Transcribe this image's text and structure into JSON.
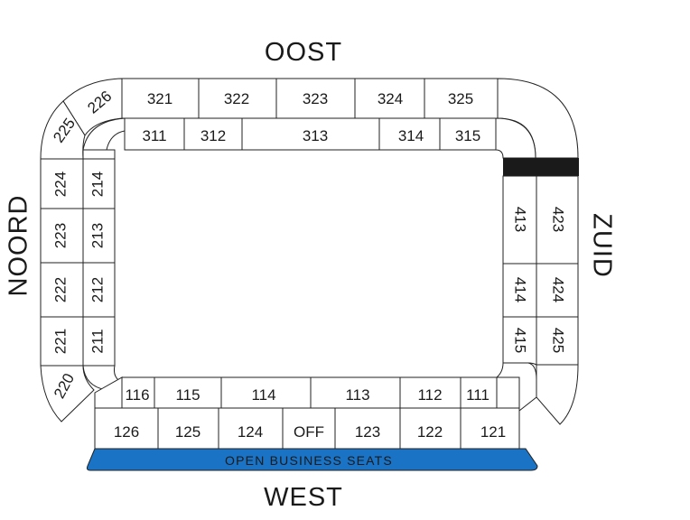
{
  "stands": {
    "oost": "OOST",
    "west": "WEST",
    "noord": "NOORD",
    "zuid": "ZUID"
  },
  "band": {
    "label": "OPEN BUSINESS SEATS",
    "color": "#1a73c4"
  },
  "blocked_color": "#1a1a1a",
  "sections": {
    "s321": "321",
    "s322": "322",
    "s323": "323",
    "s324": "324",
    "s325": "325",
    "s311": "311",
    "s312": "312",
    "s313": "313",
    "s314": "314",
    "s315": "315",
    "s226": "226",
    "s225": "225",
    "s224": "224",
    "s223": "223",
    "s222": "222",
    "s221": "221",
    "s220": "220",
    "s214": "214",
    "s213": "213",
    "s212": "212",
    "s211": "211",
    "s413": "413",
    "s414": "414",
    "s415": "415",
    "s423": "423",
    "s424": "424",
    "s425": "425",
    "s116": "116",
    "s115": "115",
    "s114": "114",
    "s113": "113",
    "s112": "112",
    "s111": "111",
    "s126": "126",
    "s125": "125",
    "s124": "124",
    "sOFF": "OFF",
    "s123": "123",
    "s122": "122",
    "s121": "121"
  }
}
